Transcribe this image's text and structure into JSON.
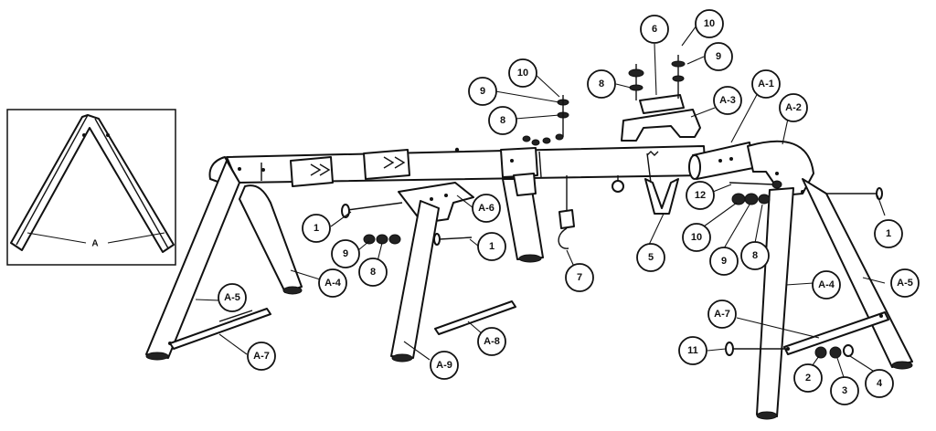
{
  "inset": {
    "label": "A"
  },
  "callouts": [
    {
      "id": "c10a",
      "text": "10"
    },
    {
      "id": "c9a",
      "text": "9"
    },
    {
      "id": "c8a",
      "text": "8"
    },
    {
      "id": "c6",
      "text": "6"
    },
    {
      "id": "c10b",
      "text": "10"
    },
    {
      "id": "c9b",
      "text": "9"
    },
    {
      "id": "c8b",
      "text": "8"
    },
    {
      "id": "cA1",
      "text": "A-1"
    },
    {
      "id": "cA2",
      "text": "A-2"
    },
    {
      "id": "cA3",
      "text": "A-3"
    },
    {
      "id": "cA6",
      "text": "A-6"
    },
    {
      "id": "c1a",
      "text": "1"
    },
    {
      "id": "c9c",
      "text": "9"
    },
    {
      "id": "c8c",
      "text": "8"
    },
    {
      "id": "c1b",
      "text": "1"
    },
    {
      "id": "cA4a",
      "text": "A-4"
    },
    {
      "id": "cA5a",
      "text": "A-5"
    },
    {
      "id": "cA7a",
      "text": "A-7"
    },
    {
      "id": "cA9",
      "text": "A-9"
    },
    {
      "id": "cA8",
      "text": "A-8"
    },
    {
      "id": "c7",
      "text": "7"
    },
    {
      "id": "c5",
      "text": "5"
    },
    {
      "id": "c12",
      "text": "12"
    },
    {
      "id": "c10c",
      "text": "10"
    },
    {
      "id": "c9d",
      "text": "9"
    },
    {
      "id": "c8d",
      "text": "8"
    },
    {
      "id": "c1c",
      "text": "1"
    },
    {
      "id": "cA4b",
      "text": "A-4"
    },
    {
      "id": "cA5b",
      "text": "A-5"
    },
    {
      "id": "cA7b",
      "text": "A-7"
    },
    {
      "id": "c11",
      "text": "11"
    },
    {
      "id": "c2",
      "text": "2"
    },
    {
      "id": "c3",
      "text": "3"
    },
    {
      "id": "c4",
      "text": "4"
    }
  ]
}
